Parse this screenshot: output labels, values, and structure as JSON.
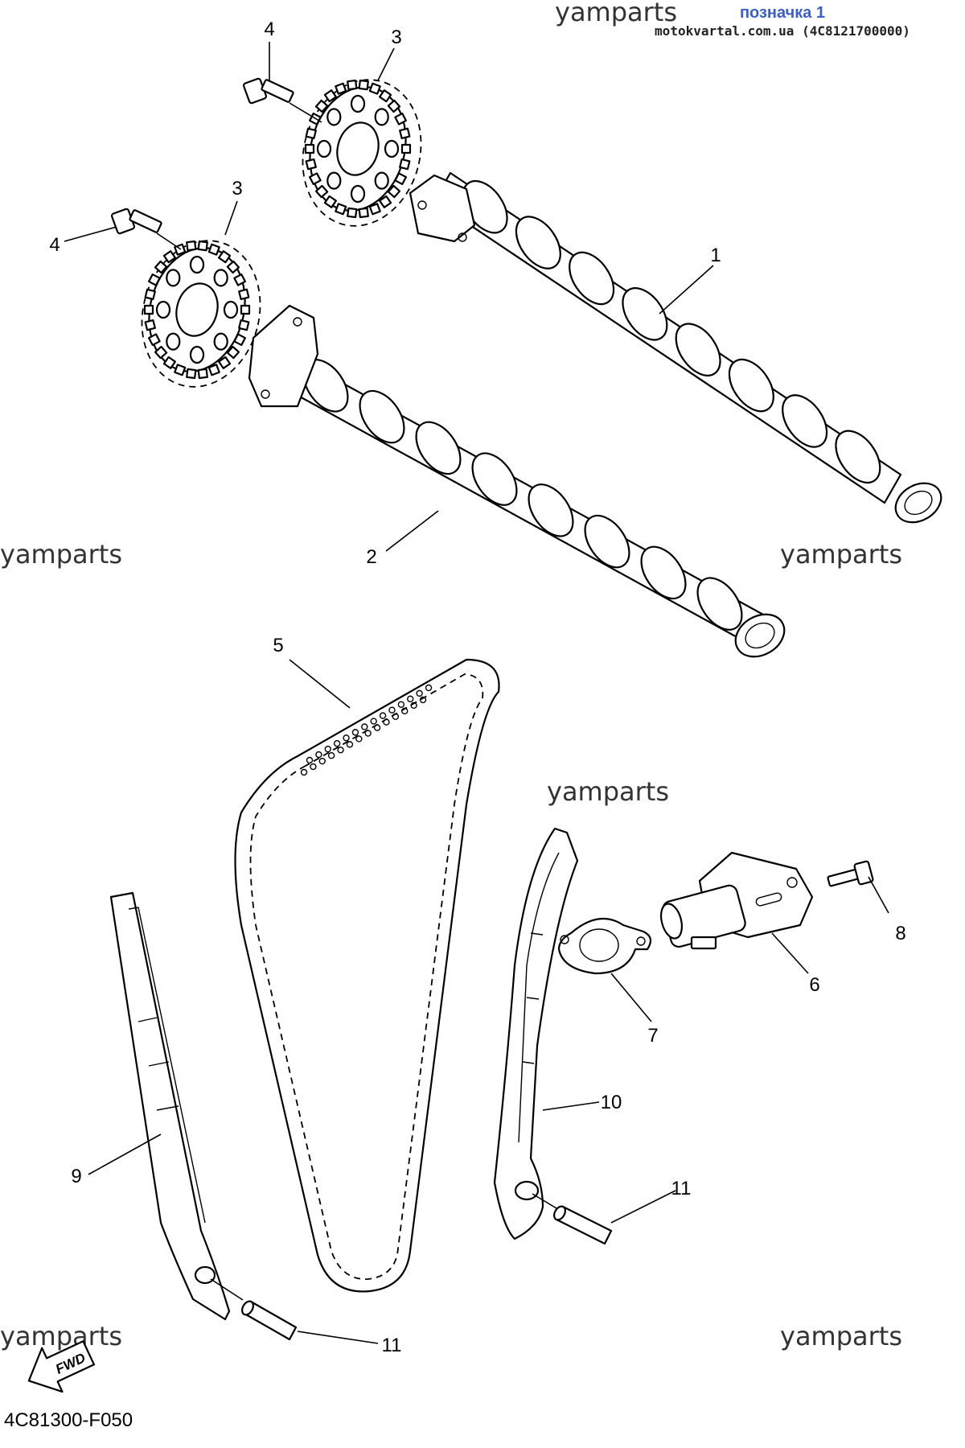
{
  "header": {
    "label": "позначка 1",
    "site": "motokvartal.com.ua (4C8121700000)",
    "label_color": "#3a5fcd"
  },
  "watermarks": [
    "yamparts",
    "yamparts",
    "yamparts",
    "yamparts",
    "yamparts",
    "yamparts"
  ],
  "callouts": {
    "c1": "1",
    "c2": "2",
    "c3a": "3",
    "c3b": "3",
    "c4a": "4",
    "c4b": "4",
    "c5": "5",
    "c6": "6",
    "c7": "7",
    "c8": "8",
    "c9": "9",
    "c10": "10",
    "c11a": "11",
    "c11b": "11"
  },
  "fwd_label": "FWD",
  "diagram_code": "4C81300-F050"
}
